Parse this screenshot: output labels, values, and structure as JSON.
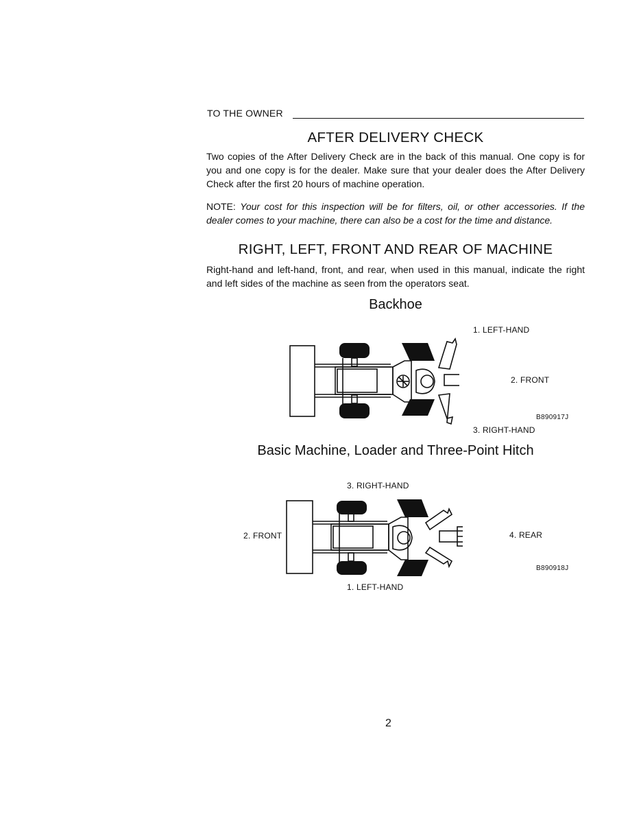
{
  "section_header": "TO THE OWNER",
  "sections": [
    {
      "title": "AFTER DELIVERY CHECK",
      "paragraph": "Two copies of the After Delivery Check are in the back of this manual. One copy is for you and one copy is for the dealer. Make sure that your dealer does the After Delivery Check after the first 20 hours of machine operation.",
      "note_label": "NOTE:",
      "note_text": "Your cost for this inspection will be for filters, oil, or other accessories. If the dealer comes to your machine, there can also be a cost for the time and distance."
    },
    {
      "title": "RIGHT, LEFT, FRONT AND REAR OF MACHINE",
      "paragraph": "Right-hand and left-hand, front, and rear, when used in this manual, indicate the right and left sides of the machine as seen from the operators seat."
    }
  ],
  "figures": [
    {
      "title": "Backhoe",
      "callouts": {
        "left_hand": "1. LEFT-HAND",
        "front": "2. FRONT",
        "right_hand": "3. RIGHT-HAND"
      },
      "code": "B890917J"
    },
    {
      "title": "Basic Machine, Loader and Three-Point Hitch",
      "callouts": {
        "right_hand": "3. RIGHT-HAND",
        "front": "2. FRONT",
        "rear": "4. REAR",
        "left_hand": "1. LEFT-HAND"
      },
      "code": "B890918J"
    }
  ],
  "page_number": "2"
}
